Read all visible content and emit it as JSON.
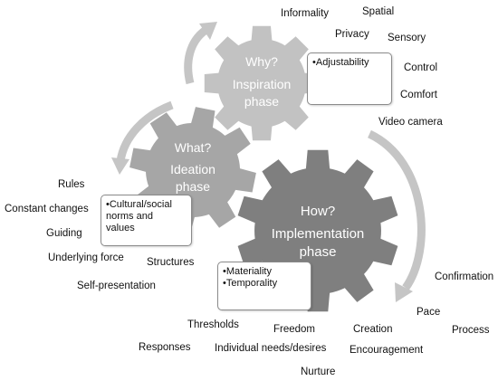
{
  "colors": {
    "gear_top": "#c2c2c2",
    "gear_middle": "#a6a6a6",
    "gear_bottom": "#7f7f7f",
    "arrow": "#c5c5c5"
  },
  "gears": {
    "why": {
      "question": "Why?",
      "phase_line1": "Inspiration",
      "phase_line2": "phase"
    },
    "what": {
      "question": "What?",
      "phase_line1": "Ideation",
      "phase_line2": "phase"
    },
    "how": {
      "question": "How?",
      "phase_line1": "Implementation",
      "phase_line2": "phase"
    }
  },
  "boxes": {
    "why": [
      "•Adjustability"
    ],
    "what": [
      "•Cultural/social",
      "norms and",
      "values"
    ],
    "how": [
      "•Materiality",
      "•Temporality"
    ]
  },
  "keywords": {
    "informality": "Informality",
    "spatial": "Spatial",
    "privacy": "Privacy",
    "sensory": "Sensory",
    "control": "Control",
    "comfort": "Comfort",
    "video_camera": "Video camera",
    "rules": "Rules",
    "constant_changes": "Constant changes",
    "guiding": "Guiding",
    "underlying_force": "Underlying force",
    "structures": "Structures",
    "self_presentation": "Self-presentation",
    "confirmation": "Confirmation",
    "pace": "Pace",
    "process": "Process",
    "thresholds": "Thresholds",
    "freedom": "Freedom",
    "creation": "Creation",
    "responses": "Responses",
    "individual_needs": "Individual needs/desires",
    "encouragement": "Encouragement",
    "nurture": "Nurture"
  }
}
